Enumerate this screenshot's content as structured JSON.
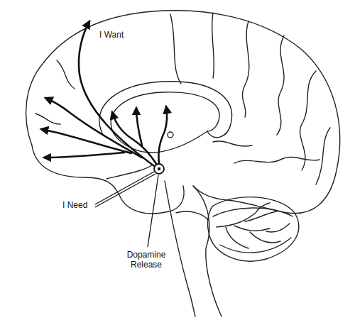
{
  "diagram": {
    "labels": [
      "I Want",
      "I Need",
      "Dopamine Release"
    ]
  }
}
